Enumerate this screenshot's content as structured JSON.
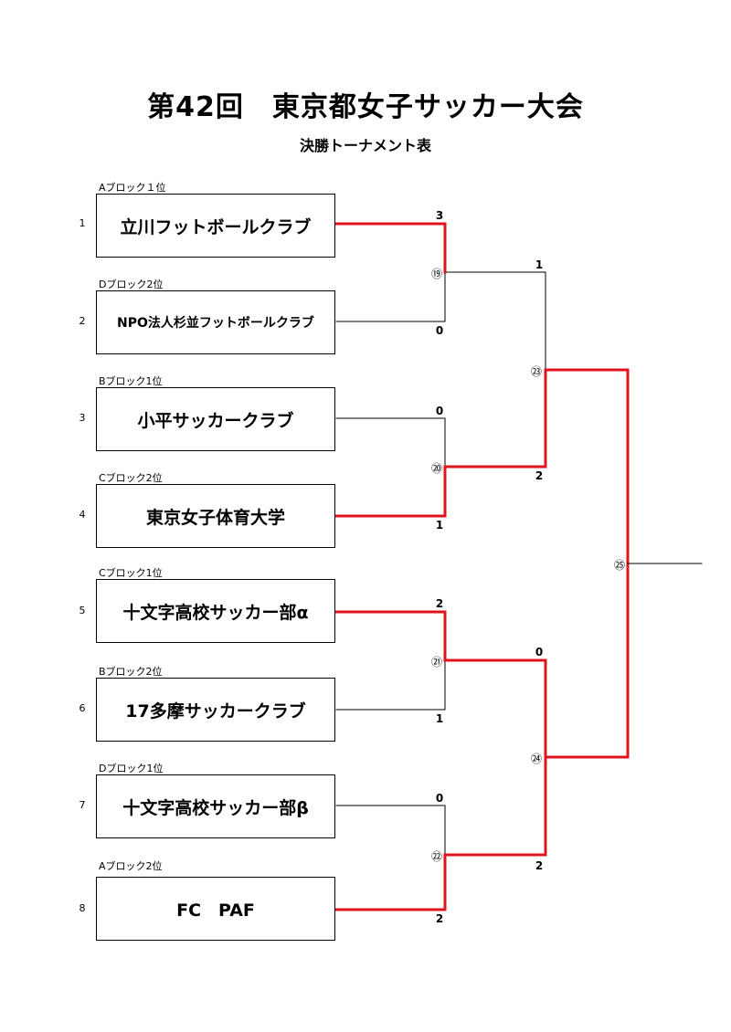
{
  "header": {
    "title": "第42回　東京都女子サッカー大会",
    "subtitle": "決勝トーナメント表"
  },
  "teams": [
    {
      "seed": "1",
      "block": "Aブロック１位",
      "name": "立川フットボールクラブ"
    },
    {
      "seed": "2",
      "block": "Dブロック2位",
      "name": "NPO法人杉並フットボールクラブ"
    },
    {
      "seed": "3",
      "block": "Bブロック1位",
      "name": "小平サッカークラブ"
    },
    {
      "seed": "4",
      "block": "Cブロック2位",
      "name": "東京女子体育大学"
    },
    {
      "seed": "5",
      "block": "Cブロック1位",
      "name": "十文字高校サッカー部α"
    },
    {
      "seed": "6",
      "block": "Bブロック2位",
      "name": "17多摩サッカークラブ"
    },
    {
      "seed": "7",
      "block": "Dブロック1位",
      "name": "十文字高校サッカー部β"
    },
    {
      "seed": "8",
      "block": "Aブロック2位",
      "name": "FC　PAF"
    }
  ],
  "matches": [
    {
      "no": "⑲",
      "score_top": "3",
      "score_bottom": "0"
    },
    {
      "no": "⑳",
      "score_top": "0",
      "score_bottom": "1"
    },
    {
      "no": "㉑",
      "score_top": "2",
      "score_bottom": "1"
    },
    {
      "no": "㉒",
      "score_top": "0",
      "score_bottom": "2"
    },
    {
      "no": "㉓",
      "score_top": "1",
      "score_bottom": "2"
    },
    {
      "no": "㉔",
      "score_top": "0",
      "score_bottom": "2"
    },
    {
      "no": "㉕"
    }
  ],
  "colors": {
    "winner_line": "#e0141c",
    "line": "#000000"
  }
}
